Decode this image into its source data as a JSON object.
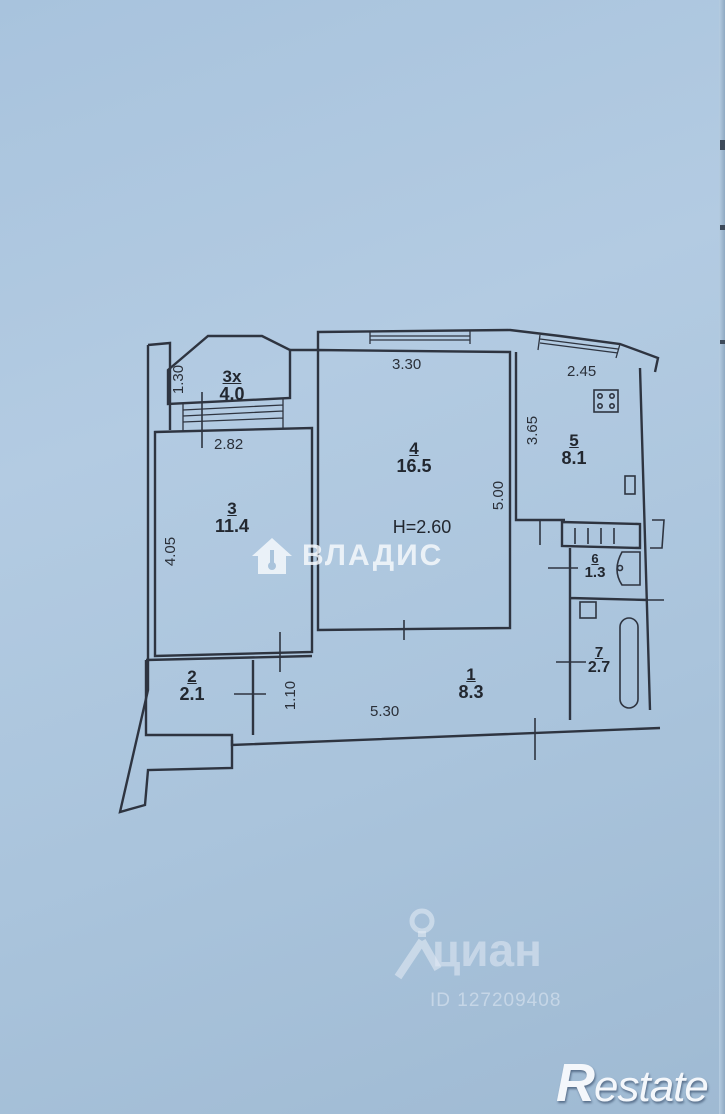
{
  "document": {
    "type": "apartment floor plan",
    "ceiling_height": "H=2.60",
    "rooms": [
      {
        "number": "1",
        "area": "8.3"
      },
      {
        "number": "2",
        "area": "2.1"
      },
      {
        "number": "3",
        "area": "11.4"
      },
      {
        "number": "3х",
        "area": "4.0"
      },
      {
        "number": "4",
        "area": "16.5"
      },
      {
        "number": "5",
        "area": "8.1"
      },
      {
        "number": "6",
        "area": "1.3"
      },
      {
        "number": "7",
        "area": "2.7"
      }
    ],
    "dimensions": {
      "balcony_depth": "1.30",
      "room3_width": "2.82",
      "room3_length": "4.05",
      "room4_width": "3.30",
      "room4_length": "5.00",
      "kitchen_width": "2.45",
      "kitchen_length": "3.65",
      "hall_width": "1.10",
      "hall_length": "5.30"
    }
  },
  "watermarks": {
    "vladis": "ВЛАДИС",
    "cian": "циан",
    "cian_id": "ID 127209408",
    "restate": {
      "first": "R",
      "rest": "estate"
    }
  },
  "colors": {
    "paper": "#adc6de",
    "ink": "#2e3440"
  }
}
